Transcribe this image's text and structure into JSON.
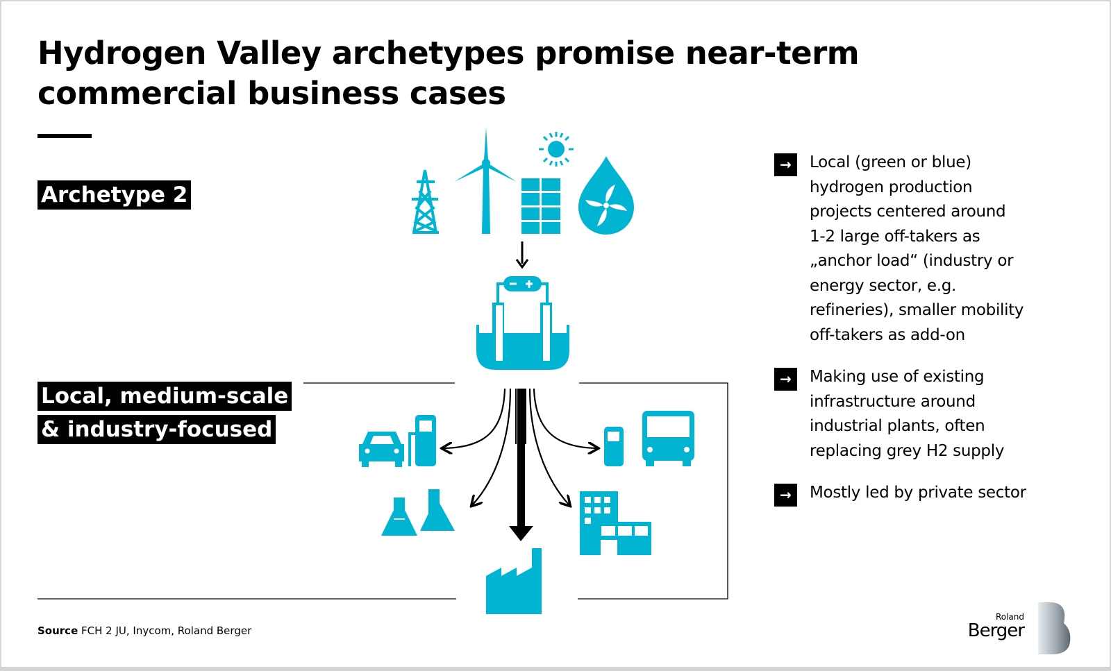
{
  "title": "Hydrogen Valley archetypes promise near-term commercial business cases",
  "archetype_label": "Archetype 2",
  "archetype_desc": [
    "Local, medium-scale",
    "& industry-focused"
  ],
  "bullets": [
    {
      "icon": "arrow-right-icon",
      "lines": [
        "Local (green or blue)",
        "hydrogen production",
        "projects centered around",
        "1-2 large off-takers as",
        "„anchor load“ (industry or",
        "energy sector, e.g.",
        "refineries), smaller mobility",
        "off-takers as add-on"
      ]
    },
    {
      "icon": "arrow-right-icon",
      "lines": [
        "Making use of existing",
        "infrastructure around",
        "industrial plants, often",
        "replacing grey H2 supply"
      ]
    },
    {
      "icon": "arrow-right-icon",
      "lines": [
        "Mostly led by private sector"
      ]
    }
  ],
  "source": {
    "label": "Source",
    "text": "FCH 2 JU, Inycom, Roland Berger"
  },
  "logo": {
    "line1": "Roland",
    "line2": "Berger"
  },
  "colors": {
    "accent": "#00b4d2",
    "text": "#000000"
  }
}
